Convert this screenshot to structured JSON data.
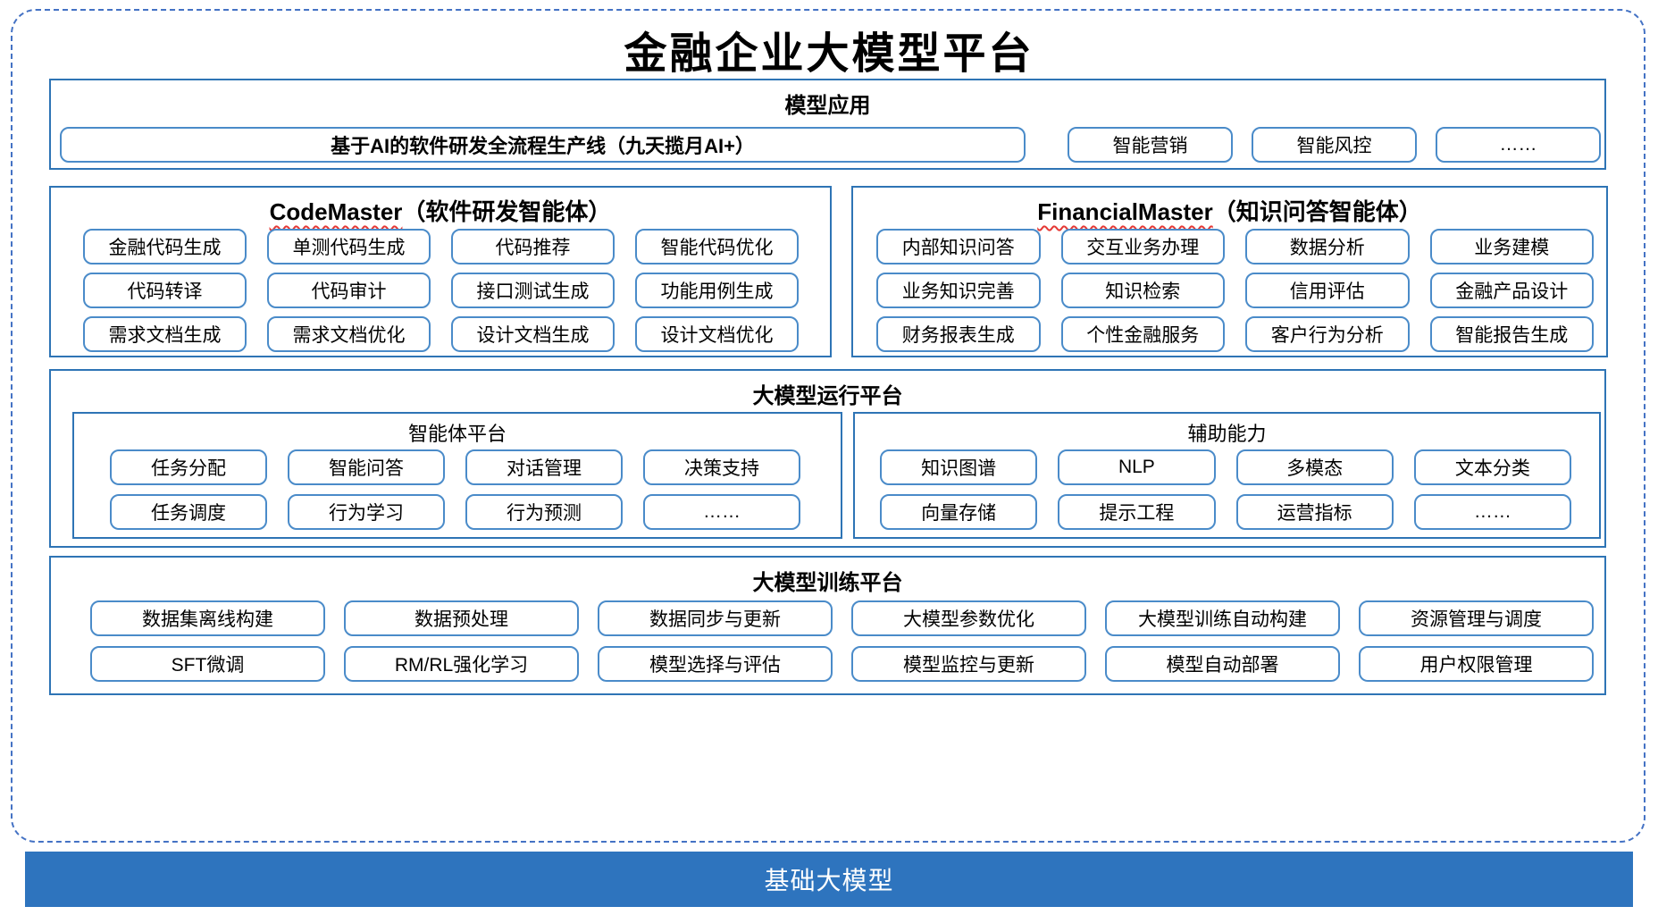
{
  "title": "金融企业大模型平台",
  "colors": {
    "section_border": "#2E74B5",
    "item_border": "#4A8BC9",
    "frame_dashed": "#4472C4",
    "squiggle_red": "#E53935",
    "base_bar_bg": "#2E74BE",
    "base_bar_text": "#FFFFFF"
  },
  "model_app": {
    "title": "模型应用",
    "pipeline": "基于AI的软件研发全流程生产线（九天揽月AI+）",
    "items": [
      "智能营销",
      "智能风控",
      "……"
    ]
  },
  "code_master": {
    "title_en": "CodeMaster",
    "title_suffix": "（软件研发智能体）",
    "items": [
      "金融代码生成",
      "单测代码生成",
      "代码推荐",
      "智能代码优化",
      "代码转译",
      "代码审计",
      "接口测试生成",
      "功能用例生成",
      "需求文档生成",
      "需求文档优化",
      "设计文档生成",
      "设计文档优化"
    ]
  },
  "financial_master": {
    "title_en": "FinancialMaster",
    "title_suffix": "（知识问答智能体）",
    "items": [
      "内部知识问答",
      "交互业务办理",
      "数据分析",
      "业务建模",
      "业务知识完善",
      "知识检索",
      "信用评估",
      "金融产品设计",
      "财务报表生成",
      "个性金融服务",
      "客户行为分析",
      "智能报告生成"
    ]
  },
  "runtime": {
    "title": "大模型运行平台",
    "agent_platform": {
      "title": "智能体平台",
      "items": [
        "任务分配",
        "智能问答",
        "对话管理",
        "决策支持",
        "任务调度",
        "行为学习",
        "行为预测",
        "……"
      ]
    },
    "aux_ability": {
      "title": "辅助能力",
      "items": [
        "知识图谱",
        "NLP",
        "多模态",
        "文本分类",
        "向量存储",
        "提示工程",
        "运营指标",
        "……"
      ]
    }
  },
  "training": {
    "title": "大模型训练平台",
    "items": [
      "数据集离线构建",
      "数据预处理",
      "数据同步与更新",
      "大模型参数优化",
      "大模型训练自动构建",
      "资源管理与调度",
      "SFT微调",
      "RM/RL强化学习",
      "模型选择与评估",
      "模型监控与更新",
      "模型自动部署",
      "用户权限管理"
    ]
  },
  "base_model": {
    "title": "基础大模型"
  }
}
